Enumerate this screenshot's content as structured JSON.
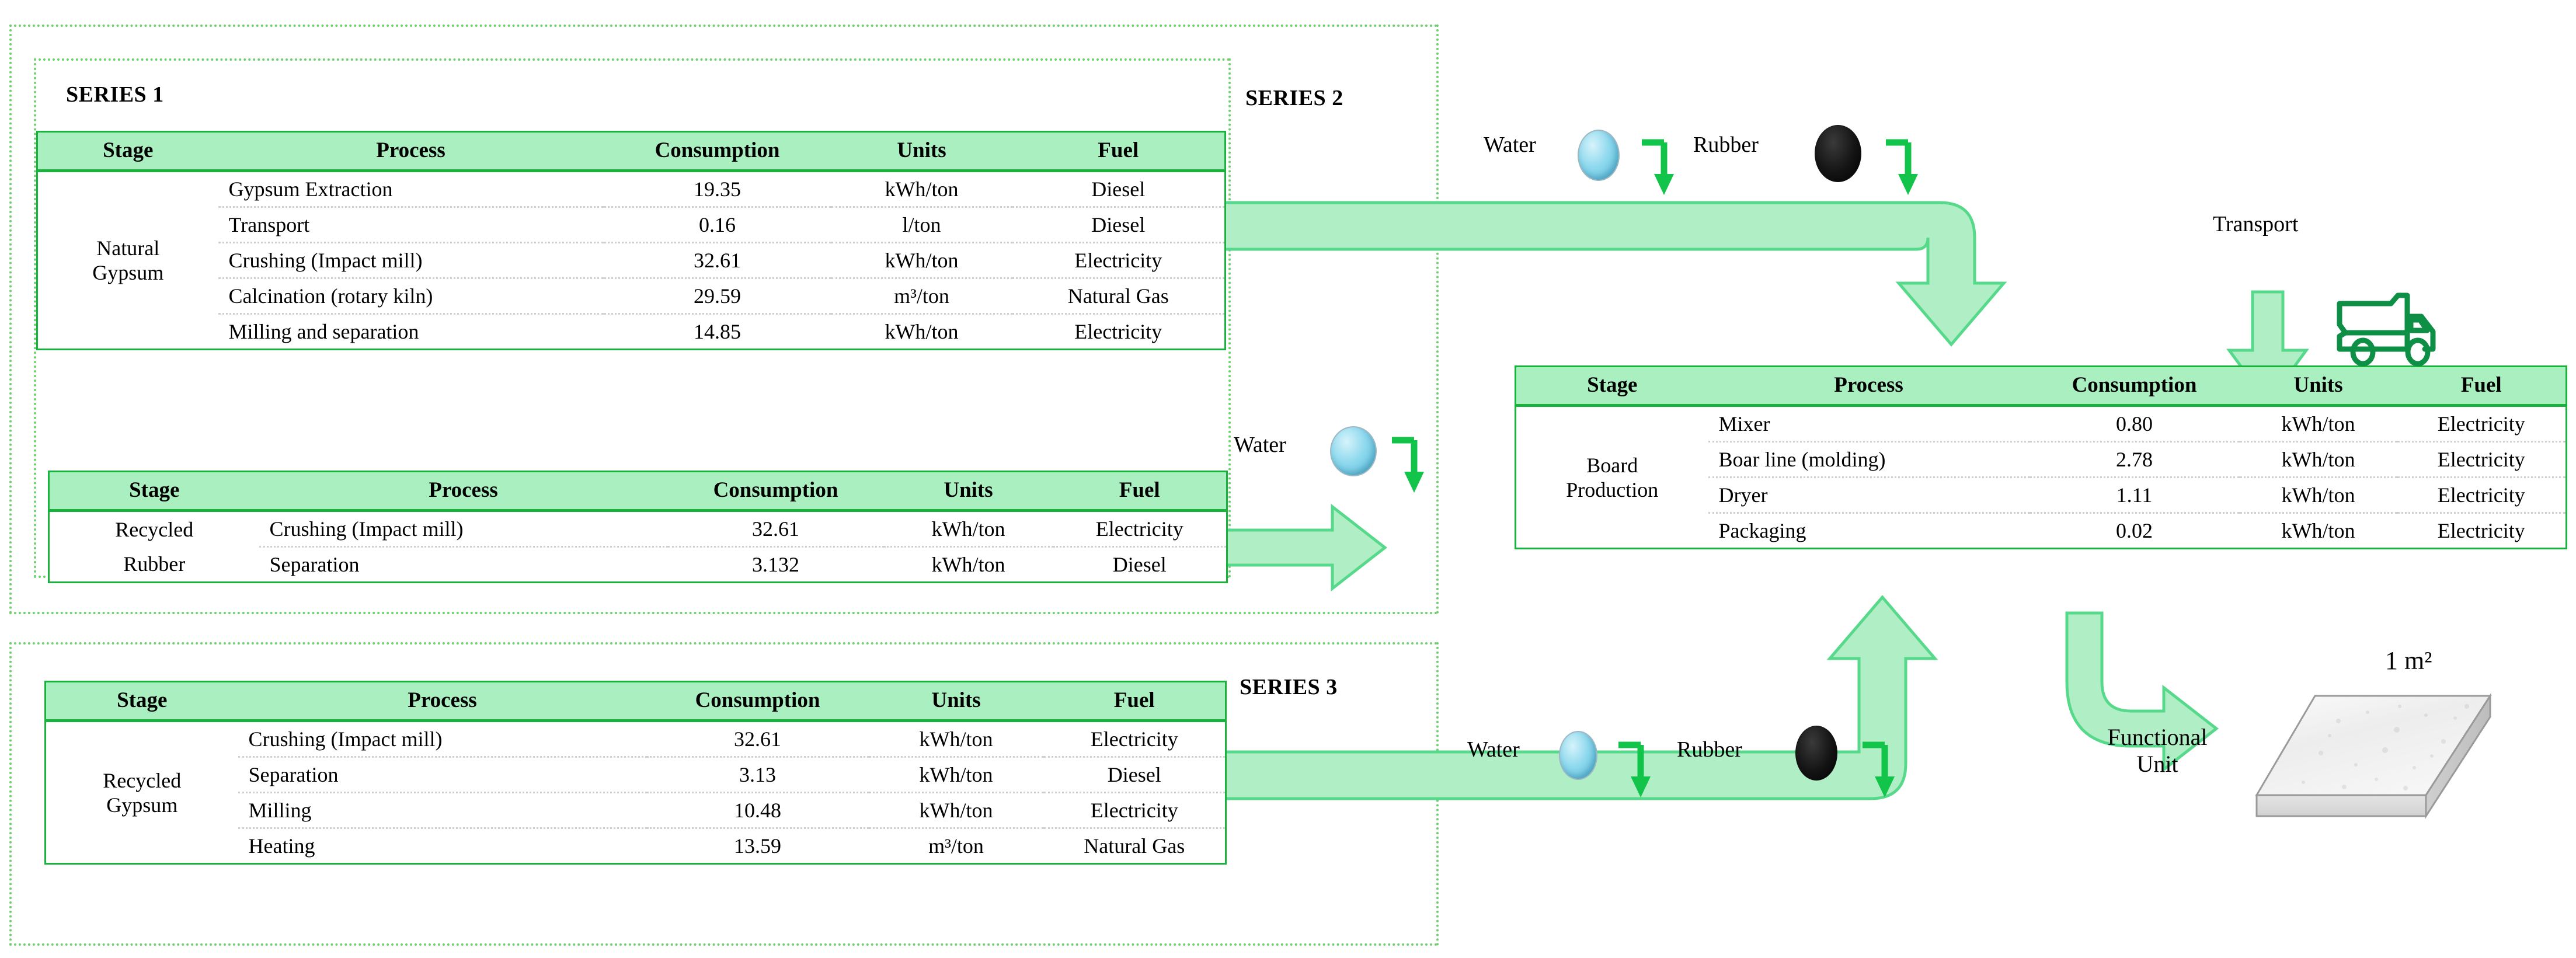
{
  "groups": {
    "series1": {
      "label": "SERIES 1"
    },
    "series2": {
      "label": "SERIES 2"
    },
    "series3": {
      "label": "SERIES 3"
    }
  },
  "columns": [
    "Stage",
    "Process",
    "Consumption",
    "Units",
    "Fuel"
  ],
  "tables": {
    "natural_gypsum": {
      "stage": "Natural\nGypsum",
      "stage_line1": "Natural",
      "stage_line2": "Gypsum",
      "headers": [
        "Stage",
        "Process",
        "Consumption",
        "Units",
        "Fuel"
      ],
      "rows": [
        {
          "process": "Gypsum Extraction",
          "consumption": "19.35",
          "units": "kWh/ton",
          "fuel": "Diesel"
        },
        {
          "process": "Transport",
          "consumption": "0.16",
          "units": "l/ton",
          "fuel": "Diesel"
        },
        {
          "process": "Crushing (Impact mill)",
          "consumption": "32.61",
          "units": "kWh/ton",
          "fuel": "Electricity"
        },
        {
          "process": "Calcination (rotary kiln)",
          "consumption": "29.59",
          "units": "m³/ton",
          "fuel": "Natural Gas"
        },
        {
          "process": "Milling and separation",
          "consumption": "14.85",
          "units": "kWh/ton",
          "fuel": "Electricity"
        }
      ]
    },
    "recycled_rubber": {
      "stage_line1": "Recycled",
      "stage_line2": "Rubber",
      "headers": [
        "Stage",
        "Process",
        "Consumption",
        "Units",
        "Fuel"
      ],
      "rows": [
        {
          "stage": "Recycled",
          "process": "Crushing (Impact mill)",
          "consumption": "32.61",
          "units": "kWh/ton",
          "fuel": "Electricity"
        },
        {
          "stage": "Rubber",
          "process": "Separation",
          "consumption": "3.132",
          "units": "kWh/ton",
          "fuel": "Diesel"
        }
      ]
    },
    "recycled_gypsum": {
      "stage_line1": "Recycled",
      "stage_line2": "Gypsum",
      "headers": [
        "Stage",
        "Process",
        "Consumption",
        "Units",
        "Fuel"
      ],
      "rows": [
        {
          "process": "Crushing (Impact mill)",
          "consumption": "32.61",
          "units": "kWh/ton",
          "fuel": "Electricity"
        },
        {
          "process": "Separation",
          "consumption": "3.13",
          "units": "kWh/ton",
          "fuel": "Diesel"
        },
        {
          "process": "Milling",
          "consumption": "10.48",
          "units": "kWh/ton",
          "fuel": "Electricity"
        },
        {
          "process": "Heating",
          "consumption": "13.59",
          "units": "m³/ton",
          "fuel": "Natural Gas"
        }
      ]
    },
    "board_production": {
      "stage_line1": "Board",
      "stage_line2": "Production",
      "headers": [
        "Stage",
        "Process",
        "Consumption",
        "Units",
        "Fuel"
      ],
      "rows": [
        {
          "process": "Mixer",
          "consumption": "0.80",
          "units": "kWh/ton",
          "fuel": "Electricity"
        },
        {
          "process": "Boar line (molding)",
          "consumption": "2.78",
          "units": "kWh/ton",
          "fuel": "Electricity"
        },
        {
          "process": "Dryer",
          "consumption": "1.11",
          "units": "kWh/ton",
          "fuel": "Electricity"
        },
        {
          "process": "Packaging",
          "consumption": "0.02",
          "units": "kWh/ton",
          "fuel": "Electricity"
        }
      ]
    }
  },
  "inputs": {
    "water_top": {
      "label": "Water"
    },
    "rubber_top": {
      "label": "Rubber"
    },
    "water_mid": {
      "label": "Water"
    },
    "water_bottom": {
      "label": "Water"
    },
    "rubber_bottom": {
      "label": "Rubber"
    },
    "transport": {
      "label": "Transport"
    }
  },
  "output": {
    "functional_unit_line1": "Functional",
    "functional_unit_line2": "Unit",
    "area_label": "1 m²"
  },
  "colors": {
    "header_fill": "#a9efc0",
    "table_border": "#19b23c",
    "arrow_fill": "#b0efc5",
    "arrow_stroke": "#56d98a",
    "hook_green": "#12c44a",
    "dotted_box": "#6fcf6f",
    "truck_green": "#0e8f46",
    "water_blue": "#8fd9ee",
    "rubber_black": "#141414"
  }
}
